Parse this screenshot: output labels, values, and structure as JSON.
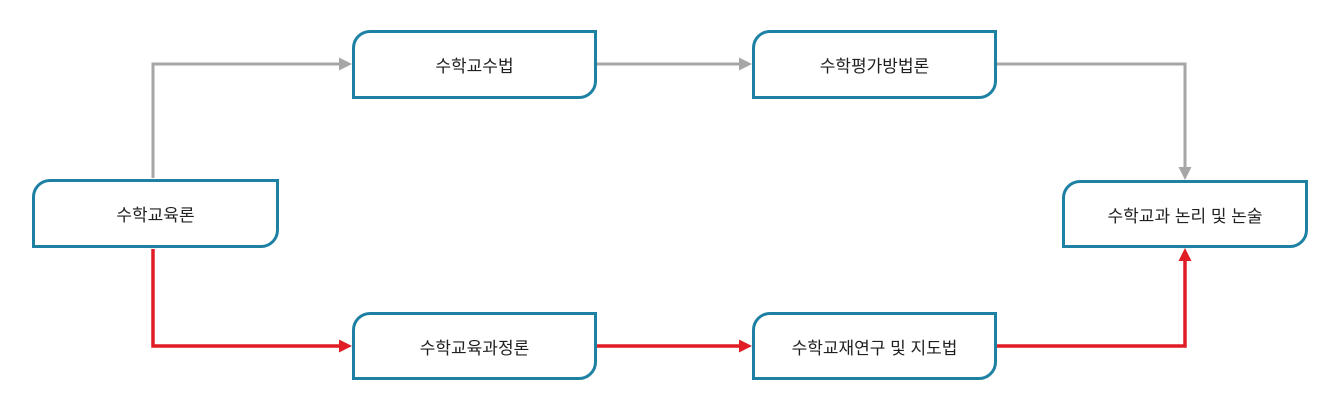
{
  "diagram": {
    "nodes": [
      {
        "id": "math-education-theory",
        "label": "수학교육론"
      },
      {
        "id": "math-teaching-method",
        "label": "수학교수법"
      },
      {
        "id": "math-evaluation-methodology",
        "label": "수학평가방법론"
      },
      {
        "id": "math-curriculum-theory",
        "label": "수학교육과정론"
      },
      {
        "id": "math-textbook-research-and-teaching",
        "label": "수학교재연구 및 지도법"
      },
      {
        "id": "math-logic-and-essay",
        "label": "수학교과 논리 및 논술"
      }
    ],
    "edges": [
      {
        "from": "math-education-theory",
        "to": "math-teaching-method",
        "color": "gray",
        "route": "up-then-right"
      },
      {
        "from": "math-teaching-method",
        "to": "math-evaluation-methodology",
        "color": "gray",
        "route": "straight-right"
      },
      {
        "from": "math-evaluation-methodology",
        "to": "math-logic-and-essay",
        "color": "gray",
        "route": "right-then-down"
      },
      {
        "from": "math-education-theory",
        "to": "math-curriculum-theory",
        "color": "red",
        "route": "down-then-right"
      },
      {
        "from": "math-curriculum-theory",
        "to": "math-textbook-research-and-teaching",
        "color": "red",
        "route": "straight-right"
      },
      {
        "from": "math-textbook-research-and-teaching",
        "to": "math-logic-and-essay",
        "color": "red",
        "route": "right-then-up"
      }
    ]
  },
  "colors": {
    "node_border": "#1e81a3",
    "node_fill": "#ffffff",
    "edge_gray": "#a6a6a6",
    "edge_red": "#e01c24",
    "text": "#1f1f1f",
    "background": "#ffffff"
  }
}
